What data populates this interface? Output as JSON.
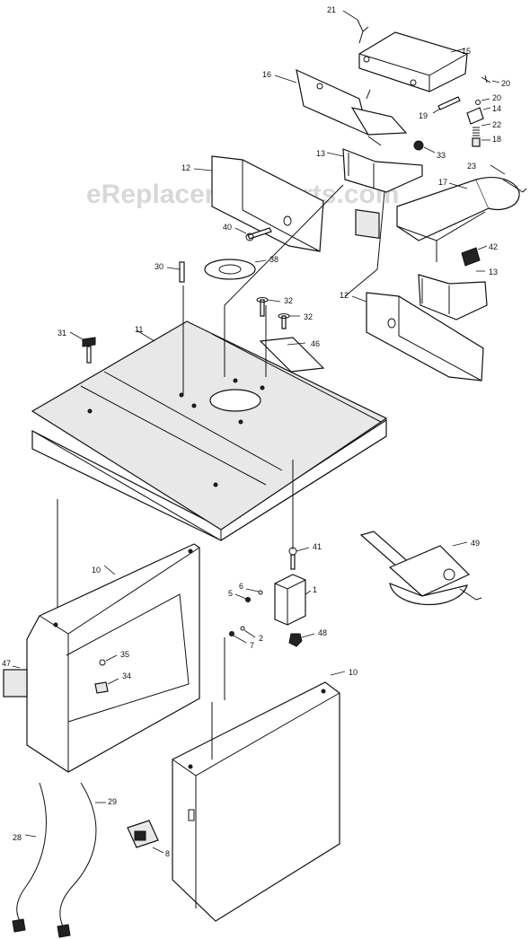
{
  "watermark": "eReplacementParts.com",
  "labels": {
    "p21": "21",
    "p15": "15",
    "p16": "16",
    "p20a": "20",
    "p20b": "20",
    "p14": "14",
    "p19": "19",
    "p22": "22",
    "p18": "18",
    "p13a": "13",
    "p33": "33",
    "p12a": "12",
    "p23": "23",
    "p17": "17",
    "p40": "40",
    "p42": "42",
    "p30": "30",
    "p38": "38",
    "p13b": "13",
    "p32a": "32",
    "p12b": "12",
    "p32b": "32",
    "p31": "31",
    "p11": "11",
    "p46": "46",
    "p41": "41",
    "p49": "49",
    "p10a": "10",
    "p6": "6",
    "p1": "1",
    "p5": "5",
    "p2": "2",
    "p7": "7",
    "p48": "48",
    "p35": "35",
    "p47": "47",
    "p34": "34",
    "p10b": "10",
    "p29": "29",
    "p28": "28",
    "p8": "8"
  }
}
